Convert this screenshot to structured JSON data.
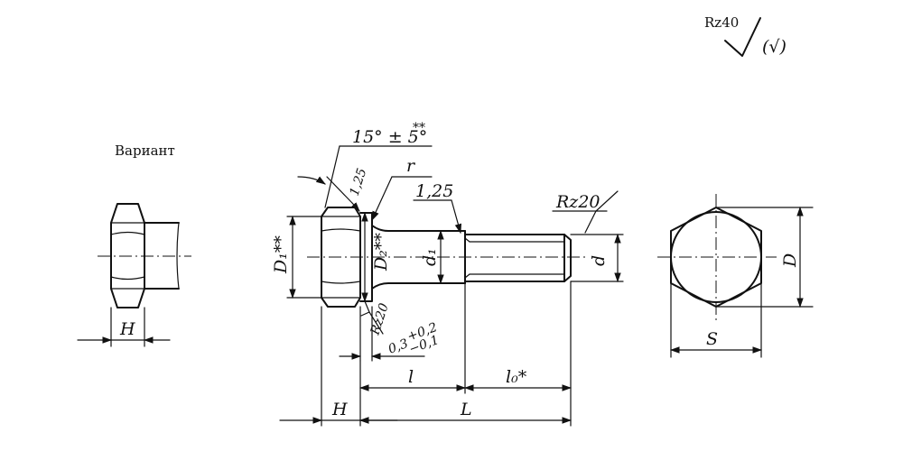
{
  "variant_label": "Вариант",
  "roughness": {
    "general": "Rz40",
    "symbol_extra": "(√)",
    "thread": "Rz20",
    "head_underside": "Rz20"
  },
  "tolerances": {
    "chamfer_angle": "15° ± 5°",
    "chamfer_angle_mark": "**",
    "gap_nominal": "0,3",
    "gap_upper": "+0,2",
    "gap_lower": "−0,1"
  },
  "dimensions": {
    "chamfer": "1,25",
    "transition": "1,25",
    "radius": "r",
    "D1": "D₁**",
    "D2": "D₂**",
    "d1": "d₁",
    "d": "d",
    "D": "D",
    "S": "S",
    "H_variant": "H",
    "H": "H",
    "l": "l",
    "l0": "l₀*",
    "L": "L"
  }
}
